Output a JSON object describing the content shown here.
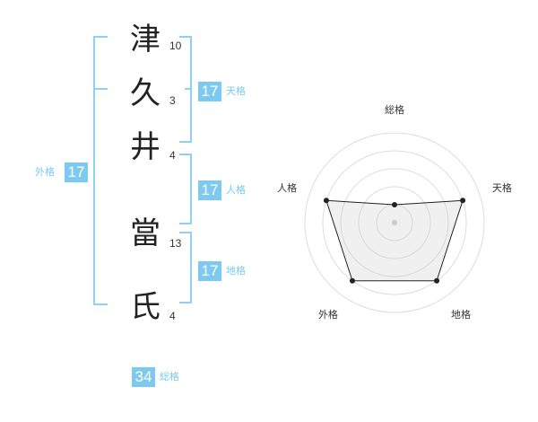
{
  "name": {
    "chars": [
      {
        "char": "津",
        "strokes": "10"
      },
      {
        "char": "久",
        "strokes": "3"
      },
      {
        "char": "井",
        "strokes": "4"
      },
      {
        "char": "當",
        "strokes": "13"
      },
      {
        "char": "氏",
        "strokes": "4"
      }
    ]
  },
  "fortunes": {
    "tenkaku": {
      "value": "17",
      "label": "天格"
    },
    "jinkaku": {
      "value": "17",
      "label": "人格"
    },
    "chikaku": {
      "value": "17",
      "label": "地格"
    },
    "gaikaku": {
      "value": "17",
      "label": "外格"
    },
    "soukaku": {
      "value": "34",
      "label": "総格"
    }
  },
  "chart_data": {
    "type": "radar",
    "axes": [
      "総格",
      "天格",
      "地格",
      "外格",
      "人格"
    ],
    "values": [
      1,
      4,
      4,
      4,
      4
    ],
    "max": 5,
    "rings": 5
  }
}
